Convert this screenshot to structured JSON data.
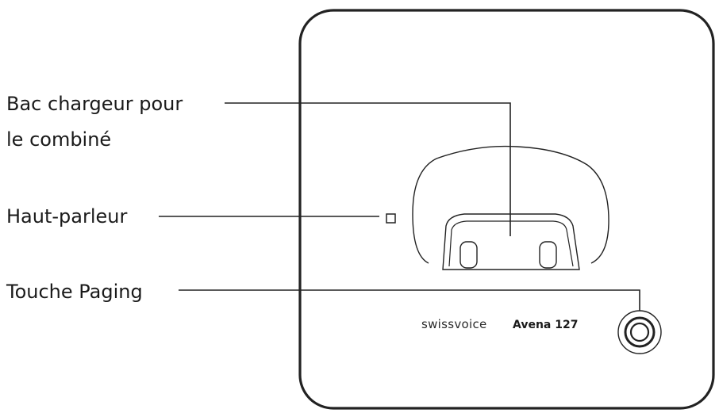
{
  "labels": {
    "charger_line1": "Bac chargeur pour",
    "charger_line2": "le combiné",
    "speaker": "Haut-parleur",
    "paging": "Touche Paging"
  },
  "device": {
    "brand": "swissvoice",
    "model": "Avena 127"
  }
}
